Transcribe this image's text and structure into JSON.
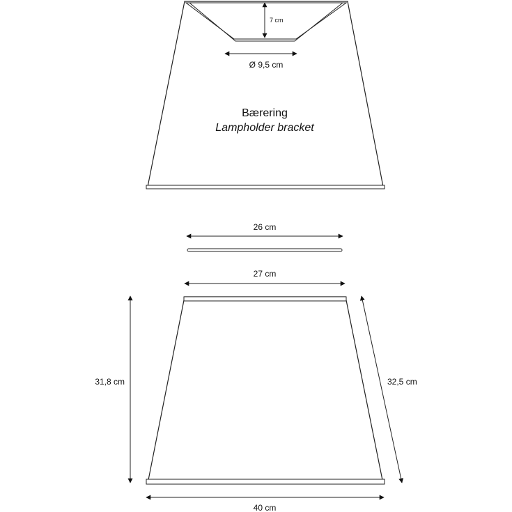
{
  "bracket": {
    "title": "Bærering",
    "subtitle": "Lampholder bracket",
    "depth_label": "7 cm",
    "diameter_label": "Ø 9,5 cm"
  },
  "ring": {
    "width_label": "26 cm"
  },
  "shade": {
    "top_width_label": "27 cm",
    "bottom_width_label": "40 cm",
    "height_label": "31,8 cm",
    "slant_label": "32,5 cm"
  },
  "colors": {
    "stroke": "#222222",
    "text": "#111111",
    "background": "#ffffff"
  }
}
